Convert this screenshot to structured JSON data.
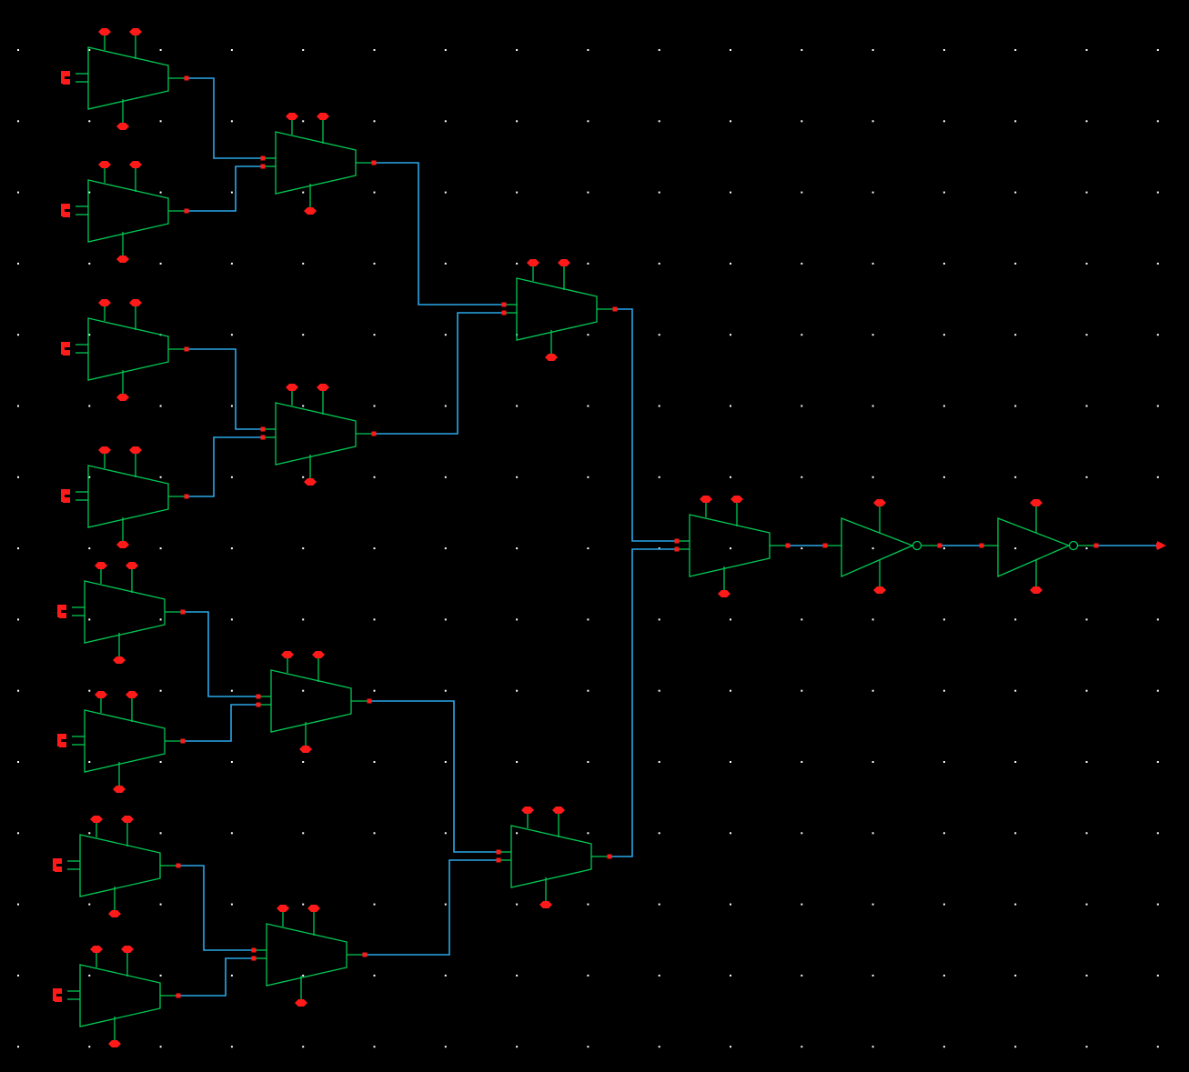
{
  "colors": {
    "background": "#000000",
    "grid_dot": "#ffffff",
    "gate_body": "#00c853",
    "wire": "#2ba7e8",
    "pin": "#ff1a1a"
  },
  "schematic": {
    "description_visible_text": "",
    "structure": {
      "stage1_mux_count": 8,
      "stage2_mux_count": 4,
      "stage3_mux_count": 2,
      "stage4_mux_count": 1,
      "output_inverter_count": 2
    }
  }
}
